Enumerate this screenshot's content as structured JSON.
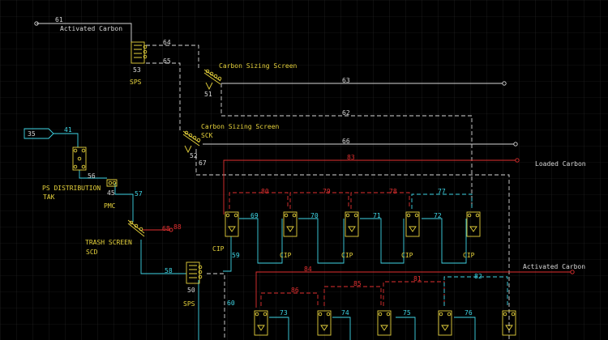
{
  "diagram": {
    "title": "",
    "labels": {
      "activated_carbon_top": "Activated Carbon",
      "activated_carbon_bottom": "Activated Carbon",
      "loaded_carbon": "Loaded Carbon",
      "carbon_sizing_screen_1": "Carbon Sizing Screen",
      "carbon_sizing_screen_2": "Carbon Sizing Screen",
      "sps_1": "SPS",
      "sps_2": "SPS",
      "ps_distribution": "PS DISTRIBUTION",
      "tak": "TAK",
      "pmc": "PMC",
      "trash_screen": "TRASH SCREEN",
      "scd": "SCD",
      "cip_1": "CIP",
      "cip_2": "CIP",
      "cip_3": "CIP",
      "cip_4": "CIP",
      "cip_5": "CIP",
      "sck": "SCK"
    },
    "unit_numbers": {
      "u53": "53",
      "u51": "51",
      "u52": "52",
      "u56": "56",
      "u45": "45",
      "u50": "50",
      "u35": "35"
    },
    "stream_numbers": [
      "61",
      "64",
      "65",
      "63",
      "62",
      "66",
      "67",
      "41",
      "57",
      "58",
      "59",
      "60",
      "68",
      "69",
      "70",
      "71",
      "72",
      "73",
      "74",
      "75",
      "76",
      "77",
      "78",
      "79",
      "80",
      "81",
      "82",
      "83",
      "84",
      "85",
      "86",
      "88"
    ]
  }
}
